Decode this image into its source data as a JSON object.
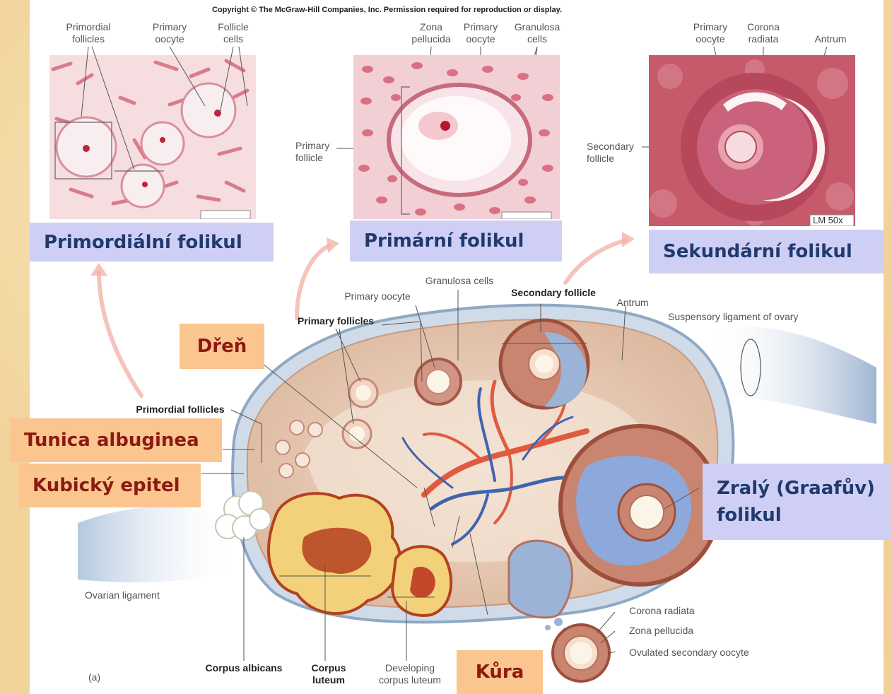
{
  "copyright": "Copyright © The McGraw-Hill Companies, Inc. Permission required for reproduction or display.",
  "micrographs": {
    "primordial": {
      "labels": {
        "primordial_follicles": "Primordial\nfollicles",
        "primary_oocyte": "Primary\noocyte",
        "follicle_cells": "Follicle\ncells"
      },
      "title": "Primordiální folikul"
    },
    "primary": {
      "labels": {
        "zona_pellucida": "Zona\npellucida",
        "primary_oocyte": "Primary\noocyte",
        "granulosa_cells": "Granulosa\ncells",
        "primary_follicle": "Primary\nfollicle"
      },
      "title": "Primární folikul"
    },
    "secondary": {
      "labels": {
        "primary_oocyte": "Primary\noocyte",
        "corona_radiata": "Corona\nradiata",
        "antrum": "Antrum",
        "secondary_follicle": "Secondary\nfollicle",
        "magnification": "LM 50x"
      },
      "title": "Sekundární folikul"
    }
  },
  "ovary": {
    "labels": {
      "granulosa_cells": "Granulosa cells",
      "primary_oocyte": "Primary oocyte",
      "secondary_follicle": "Secondary follicle",
      "antrum": "Antrum",
      "suspensory_ligament": "Suspensory ligament of ovary",
      "primary_follicles": "Primary follicles",
      "primordial_follicles": "Primordial follicles",
      "ovarian_ligament": "Ovarian ligament",
      "corona_radiata": "Corona radiata",
      "zona_pellucida": "Zona pellucida",
      "ovulated_oocyte": "Ovulated secondary oocyte",
      "corpus_albicans": "Corpus albicans",
      "corpus_luteum": "Corpus\nluteum",
      "developing_corpus_luteum": "Developing\ncorpus luteum",
      "panel": "(a)"
    }
  },
  "callouts": {
    "dren": "Dřeň",
    "tunica_albuginea": "Tunica albuginea",
    "kubicky_epitel": "Kubický epitel",
    "zraly_folikul": "Zralý  (Graafův)\nfolikul",
    "kura": "Kůra"
  },
  "colors": {
    "callout_blue_bg": "#cfcff6",
    "callout_blue_text": "#1f3a6e",
    "callout_orange_bg": "#fbc58f",
    "callout_orange_text": "#8c1a12"
  }
}
